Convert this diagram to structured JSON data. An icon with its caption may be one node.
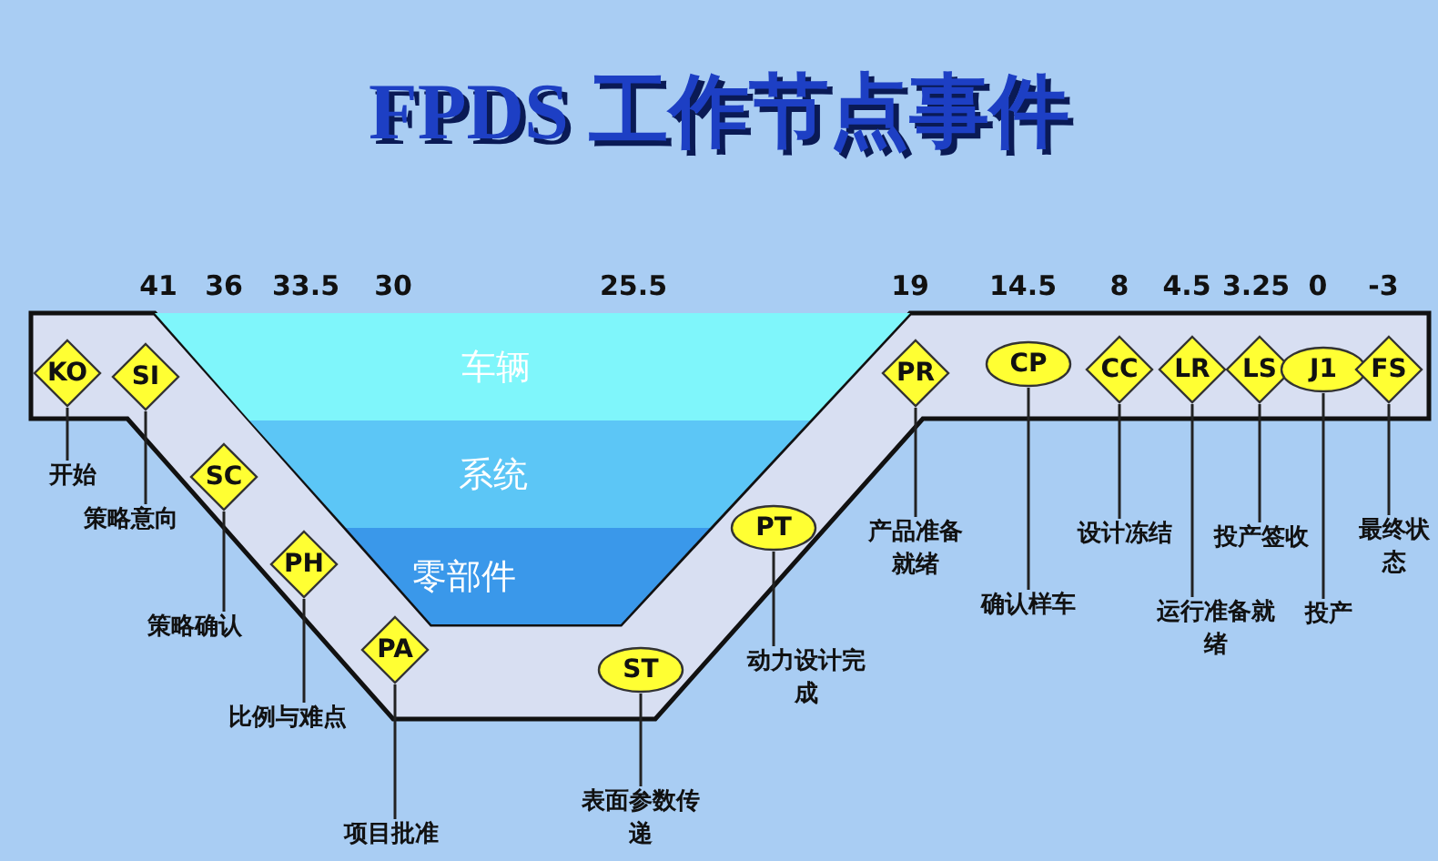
{
  "diagram": {
    "title": "FPDS 工作节点事件",
    "nodes": [
      {
        "text": [],
        "shape": "band"
      },
      {
        "text": [
          "车辆"
        ],
        "in": 0
      },
      {
        "text": [
          "系统"
        ],
        "in": 0
      },
      {
        "text": [
          "零部件"
        ],
        "in": 0
      },
      {
        "text": [
          "KO"
        ],
        "in": 0
      },
      {
        "text": [
          "开始"
        ]
      },
      {
        "text": [
          "SI"
        ],
        "in": 0
      },
      {
        "text": [
          "策略意向"
        ]
      },
      {
        "text": [
          "SC"
        ],
        "in": 0
      },
      {
        "text": [
          "策略确认"
        ]
      },
      {
        "text": [
          "PH"
        ],
        "in": 0
      },
      {
        "text": [
          "比例与难点"
        ]
      },
      {
        "text": [
          "PA"
        ],
        "in": 0
      },
      {
        "text": [
          "项目批准"
        ]
      },
      {
        "text": [
          "ST"
        ],
        "in": 0
      },
      {
        "text": [
          "表面参数传递"
        ]
      },
      {
        "text": [
          "PT"
        ],
        "in": 0
      },
      {
        "text": [
          "动力设计完成"
        ]
      },
      {
        "text": [
          "PR"
        ],
        "in": 0
      },
      {
        "text": [
          "产品准备就绪"
        ]
      },
      {
        "text": [
          "CP"
        ],
        "in": 0
      },
      {
        "text": [
          "确认样车"
        ]
      },
      {
        "text": [
          "CC"
        ],
        "in": 0
      },
      {
        "text": [
          "设计冻结"
        ]
      },
      {
        "text": [
          "LR"
        ],
        "in": 0
      },
      {
        "text": [
          "运行准备就绪"
        ]
      },
      {
        "text": [
          "LS"
        ],
        "in": 0
      },
      {
        "text": [
          "投产签收"
        ]
      },
      {
        "text": [
          "J1"
        ],
        "in": 0
      },
      {
        "text": [
          "投产"
        ]
      },
      {
        "text": [
          "FS"
        ],
        "in": 0
      },
      {
        "text": [
          "最终状态"
        ]
      }
    ],
    "edges": [
      {
        "from": 5,
        "to": 4,
        "arrow": "none"
      },
      {
        "from": 7,
        "to": 6,
        "arrow": "none"
      },
      {
        "from": 9,
        "to": 8,
        "arrow": "none"
      },
      {
        "from": 11,
        "to": 10,
        "arrow": "none"
      },
      {
        "from": 13,
        "to": 12,
        "arrow": "none"
      },
      {
        "from": 15,
        "to": 14,
        "arrow": "none"
      },
      {
        "from": 17,
        "to": 16,
        "arrow": "none"
      },
      {
        "from": 19,
        "to": 18,
        "arrow": "none"
      },
      {
        "from": 21,
        "to": 20,
        "arrow": "none"
      },
      {
        "from": 23,
        "to": 22,
        "arrow": "none"
      },
      {
        "from": 25,
        "to": 24,
        "arrow": "none"
      },
      {
        "from": 27,
        "to": 26,
        "arrow": "none"
      },
      {
        "from": 29,
        "to": 28,
        "arrow": "none"
      },
      {
        "from": 31,
        "to": 30,
        "arrow": "none"
      }
    ],
    "labels": [
      "41",
      "36",
      "33.5",
      "30",
      "25.5",
      "19",
      "14.5",
      "8",
      "4.5",
      "3.25",
      "0",
      "-3"
    ]
  }
}
